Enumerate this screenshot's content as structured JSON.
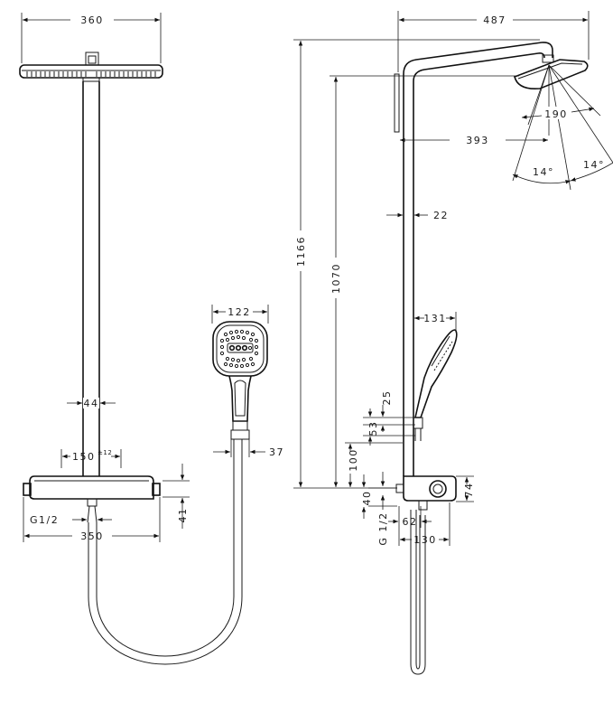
{
  "front_view": {
    "width_head": "360",
    "pipe_diameter": "44",
    "thermostat_spacing": "150",
    "thermostat_tolerance": "±12",
    "thermostat_height": "41",
    "connection_thread": "G1/2",
    "thermostat_width": "350"
  },
  "hand_shower": {
    "head_width": "122",
    "handle_width": "37"
  },
  "side_view": {
    "projection": "487",
    "total_height": "1166",
    "head_height": "1070",
    "head_diameter": "190",
    "head_offset": "393",
    "spray_angle_left": "14°",
    "spray_angle_right": "14°",
    "pipe_diameter": "22",
    "hand_shower_projection": "131",
    "holder_height": "25",
    "holder_spacing": "53",
    "holder_base": "100",
    "thermostat_depth": "74",
    "thread_height": "40",
    "connection_thread": "G 1/2",
    "wall_offset": "62",
    "thermostat_projection": "130"
  }
}
